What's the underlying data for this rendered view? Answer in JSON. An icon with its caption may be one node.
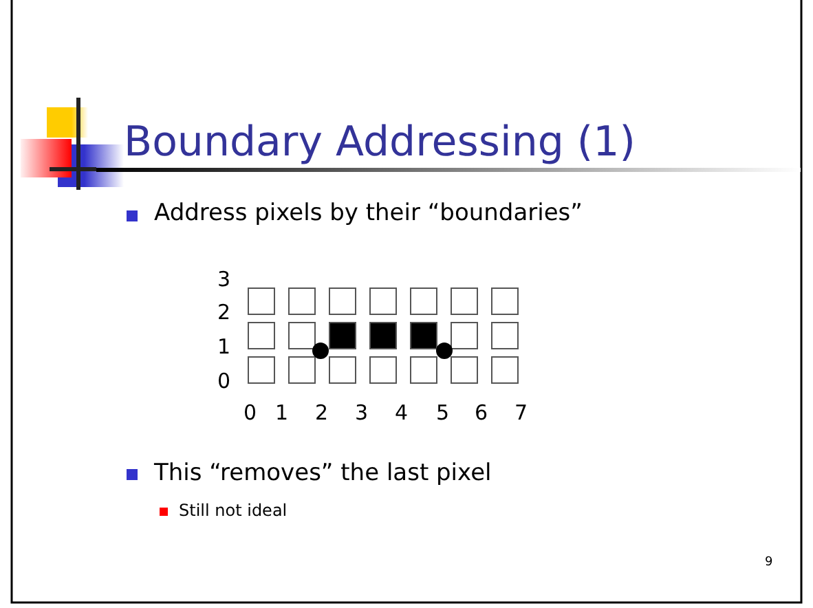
{
  "diagram": {
    "title": "Boundary Addressing (1)",
    "labels": [
      "Address pixels by their “boundaries”",
      "3",
      "2",
      "1",
      "0",
      "0",
      "1",
      "2",
      "3",
      "4",
      "5",
      "6",
      "7",
      "This “removes” the last pixel",
      "Still not ideal",
      "9"
    ]
  }
}
